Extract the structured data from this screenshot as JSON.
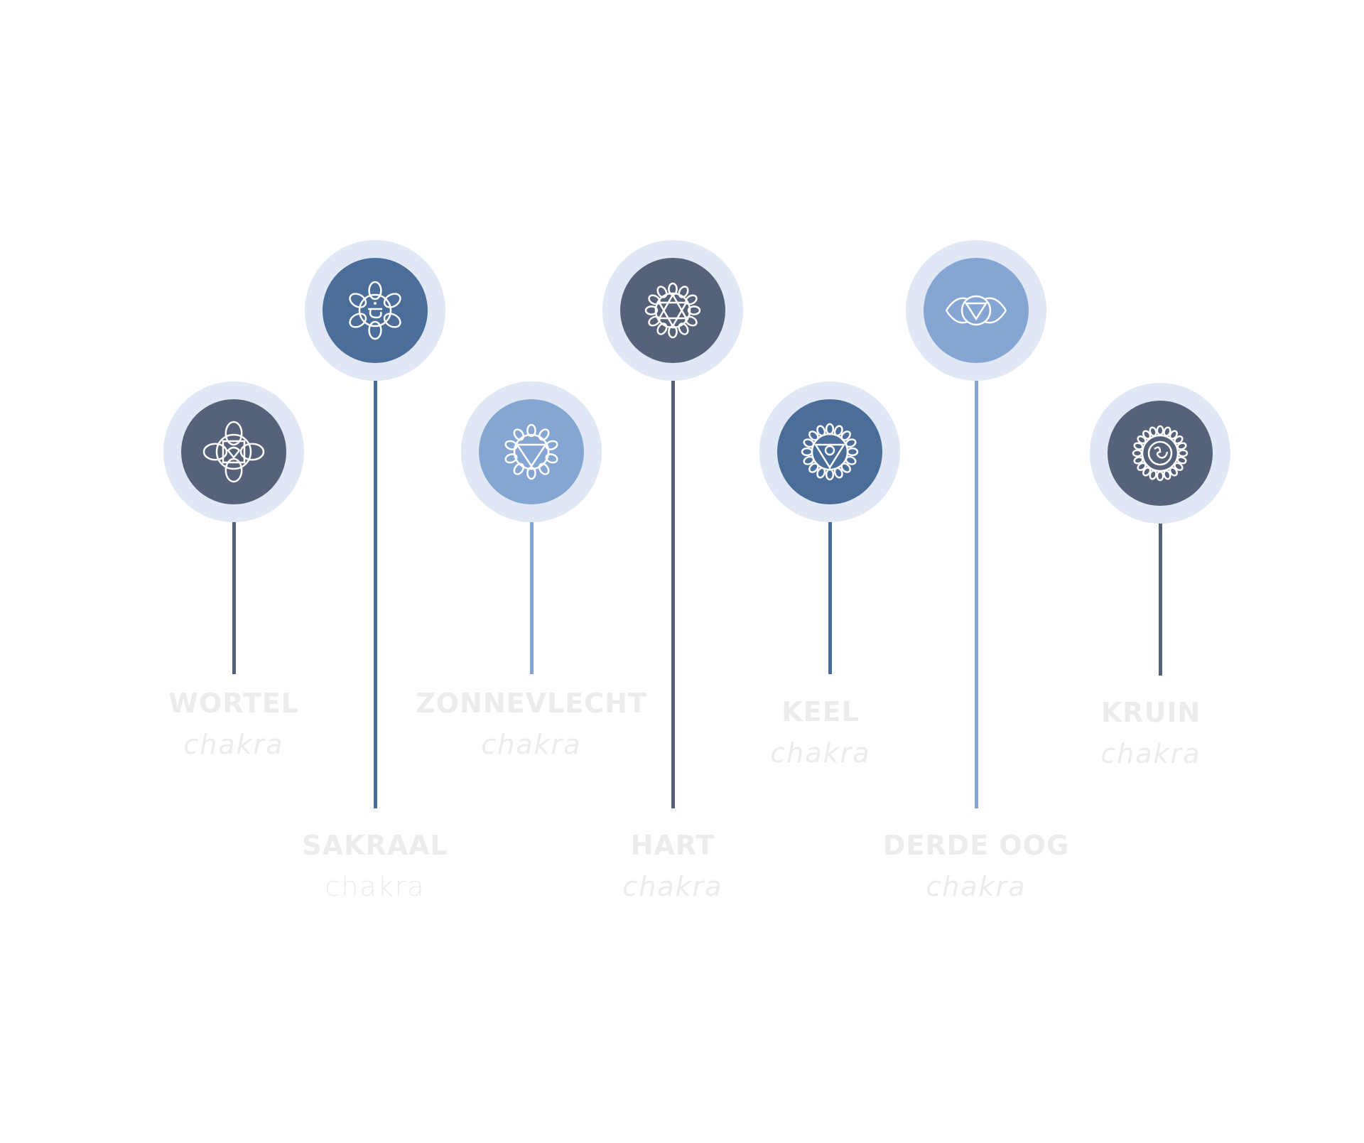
{
  "colors": {
    "dark": "#55627a",
    "mid": "#4a6d9a",
    "light": "#85a5d3",
    "halo": "#e0e8f5",
    "label": "#ececec"
  },
  "chakras": [
    {
      "name": "WORTEL",
      "sub": "chakra",
      "icon": "root-chakra-icon",
      "tone": "dark"
    },
    {
      "name": "SAKRAAL",
      "sub": "chakra",
      "icon": "sacral-chakra-icon",
      "tone": "mid"
    },
    {
      "name": "ZONNEVLECHT",
      "sub": "chakra",
      "icon": "solar-plexus-chakra-icon",
      "tone": "light"
    },
    {
      "name": "HART",
      "sub": "chakra",
      "icon": "heart-chakra-icon",
      "tone": "dark"
    },
    {
      "name": "KEEL",
      "sub": "chakra",
      "icon": "throat-chakra-icon",
      "tone": "mid"
    },
    {
      "name": "DERDE OOG",
      "sub": "chakra",
      "icon": "third-eye-chakra-icon",
      "tone": "light"
    },
    {
      "name": "KRUIN",
      "sub": "chakra",
      "icon": "crown-chakra-icon",
      "tone": "dark"
    }
  ]
}
